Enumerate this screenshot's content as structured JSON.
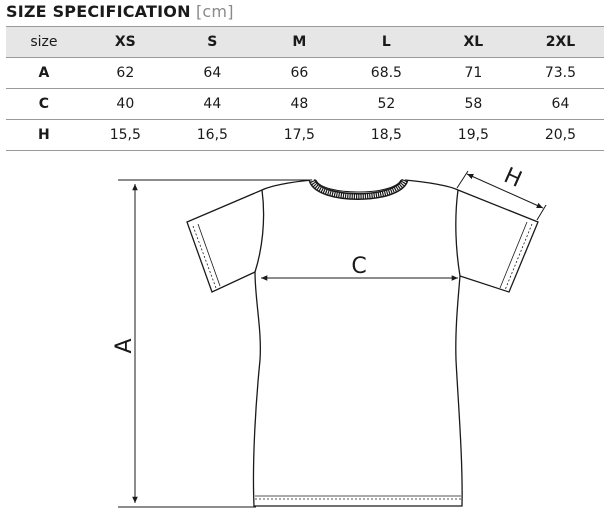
{
  "title": {
    "main": "SIZE SPECIFICATION",
    "unit": "[cm]"
  },
  "table": {
    "row_header_label": "size",
    "sizes": [
      "XS",
      "S",
      "M",
      "L",
      "XL",
      "2XL"
    ],
    "rows": [
      {
        "label": "A",
        "values": [
          "62",
          "64",
          "66",
          "68.5",
          "71",
          "73.5"
        ]
      },
      {
        "label": "C",
        "values": [
          "40",
          "44",
          "48",
          "52",
          "58",
          "64"
        ]
      },
      {
        "label": "H",
        "values": [
          "15,5",
          "16,5",
          "17,5",
          "18,5",
          "19,5",
          "20,5"
        ]
      }
    ]
  },
  "diagram": {
    "labels": {
      "a": "A",
      "c": "C",
      "h": "H"
    },
    "line_color": "#1a1a1a"
  }
}
